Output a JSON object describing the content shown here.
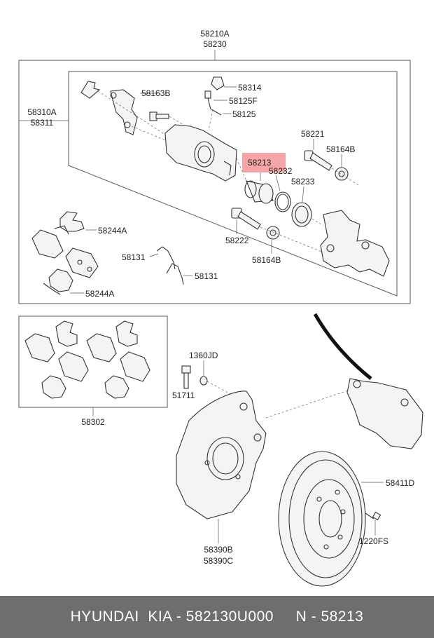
{
  "labels": {
    "caliper_asm_a": "58210A",
    "caliper_asm_b": "58230",
    "carrier_a": "58310A",
    "carrier_b": "58311",
    "bolt_58163b": "58163B",
    "cap_58314": "58314",
    "bleeder_58125f": "58125F",
    "cap_58125": "58125",
    "guide_bolt_58221": "58221",
    "boot_58164b_top": "58164B",
    "piston_58213": "58213",
    "seal_58232": "58232",
    "boot_58233": "58233",
    "guide_bolt_58222": "58222",
    "boot_58164b_bottom": "58164B",
    "spring_58244a_top": "58244A",
    "spring_58244a_bottom": "58244A",
    "spring_58131_a": "58131",
    "spring_58131_b": "58131",
    "pad_kit_58302": "58302",
    "bolt_1360jd": "1360JD",
    "bolt_51711": "51711",
    "disc_58411d": "58411D",
    "screw_1220fs": "1220FS",
    "cover_a": "58390B",
    "cover_b": "58390C"
  },
  "highlight": {
    "part": "58213",
    "color": "#f08080"
  },
  "footer": {
    "text": "HYUNDAI  KIA - 582130U000     N - 58213",
    "background": "#6e6e6e"
  }
}
